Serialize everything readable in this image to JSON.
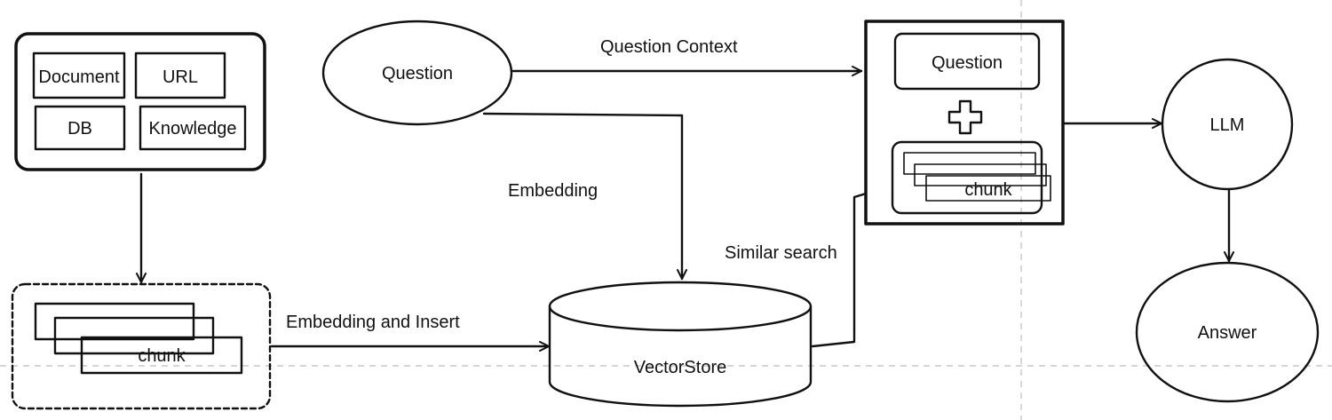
{
  "sources": {
    "document": "Document",
    "url": "URL",
    "db": "DB",
    "knowledge": "Knowledge"
  },
  "chunk_stack": {
    "label": "chunk"
  },
  "edges": {
    "embedding_insert": "Embedding and Insert",
    "embedding": "Embedding",
    "question_context": "Question Context",
    "similar_search": "Similar search"
  },
  "question_node": {
    "label": "Question"
  },
  "vectorstore": {
    "label": "VectorStore"
  },
  "prompt": {
    "question": "Question",
    "chunk": "chunk"
  },
  "llm": {
    "label": "LLM"
  },
  "answer": {
    "label": "Answer"
  }
}
